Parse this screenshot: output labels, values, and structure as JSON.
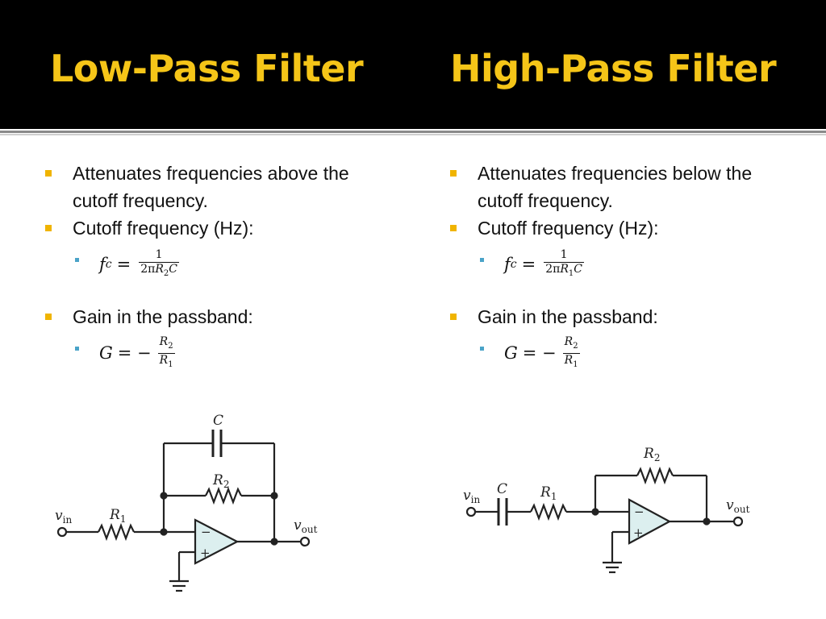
{
  "titles": {
    "left": "Low-Pass Filter",
    "right": "High-Pass Filter"
  },
  "low_pass": {
    "bullet1": "Attenuates frequencies above the cutoff frequency.",
    "bullet2": "Cutoff frequency (Hz):",
    "fc_lhs": "f",
    "fc_sub": "c",
    "fc_num": "1",
    "fc_den_pre": "2π",
    "fc_den_r": "R",
    "fc_den_sub": "2",
    "fc_den_c": "C",
    "bullet3": "Gain in the passband:",
    "gain_lhs": "G",
    "gain_num_r": "R",
    "gain_num_sub": "2",
    "gain_den_r": "R",
    "gain_den_sub": "1",
    "circuit": {
      "cap": "C",
      "r2": "R",
      "r2_sub": "2",
      "r1": "R",
      "r1_sub": "1",
      "vin": "v",
      "vin_sub": "in",
      "vout": "v",
      "vout_sub": "out"
    }
  },
  "high_pass": {
    "bullet1": "Attenuates frequencies below the cutoff frequency.",
    "bullet2": "Cutoff frequency (Hz):",
    "fc_lhs": "f",
    "fc_sub": "c",
    "fc_num": "1",
    "fc_den_pre": "2π",
    "fc_den_r": "R",
    "fc_den_sub": "1",
    "fc_den_c": "C",
    "bullet3": "Gain in the passband:",
    "gain_lhs": "G",
    "gain_num_r": "R",
    "gain_num_sub": "2",
    "gain_den_r": "R",
    "gain_den_sub": "1",
    "circuit": {
      "cap": "C",
      "r2": "R",
      "r2_sub": "2",
      "r1": "R",
      "r1_sub": "1",
      "vin": "v",
      "vin_sub": "in",
      "vout": "v",
      "vout_sub": "out"
    }
  },
  "colors": {
    "title": "#f5c518",
    "bullet": "#f0b400",
    "sub_bullet": "#4aa3c8",
    "opamp_fill": "#dcefef"
  }
}
